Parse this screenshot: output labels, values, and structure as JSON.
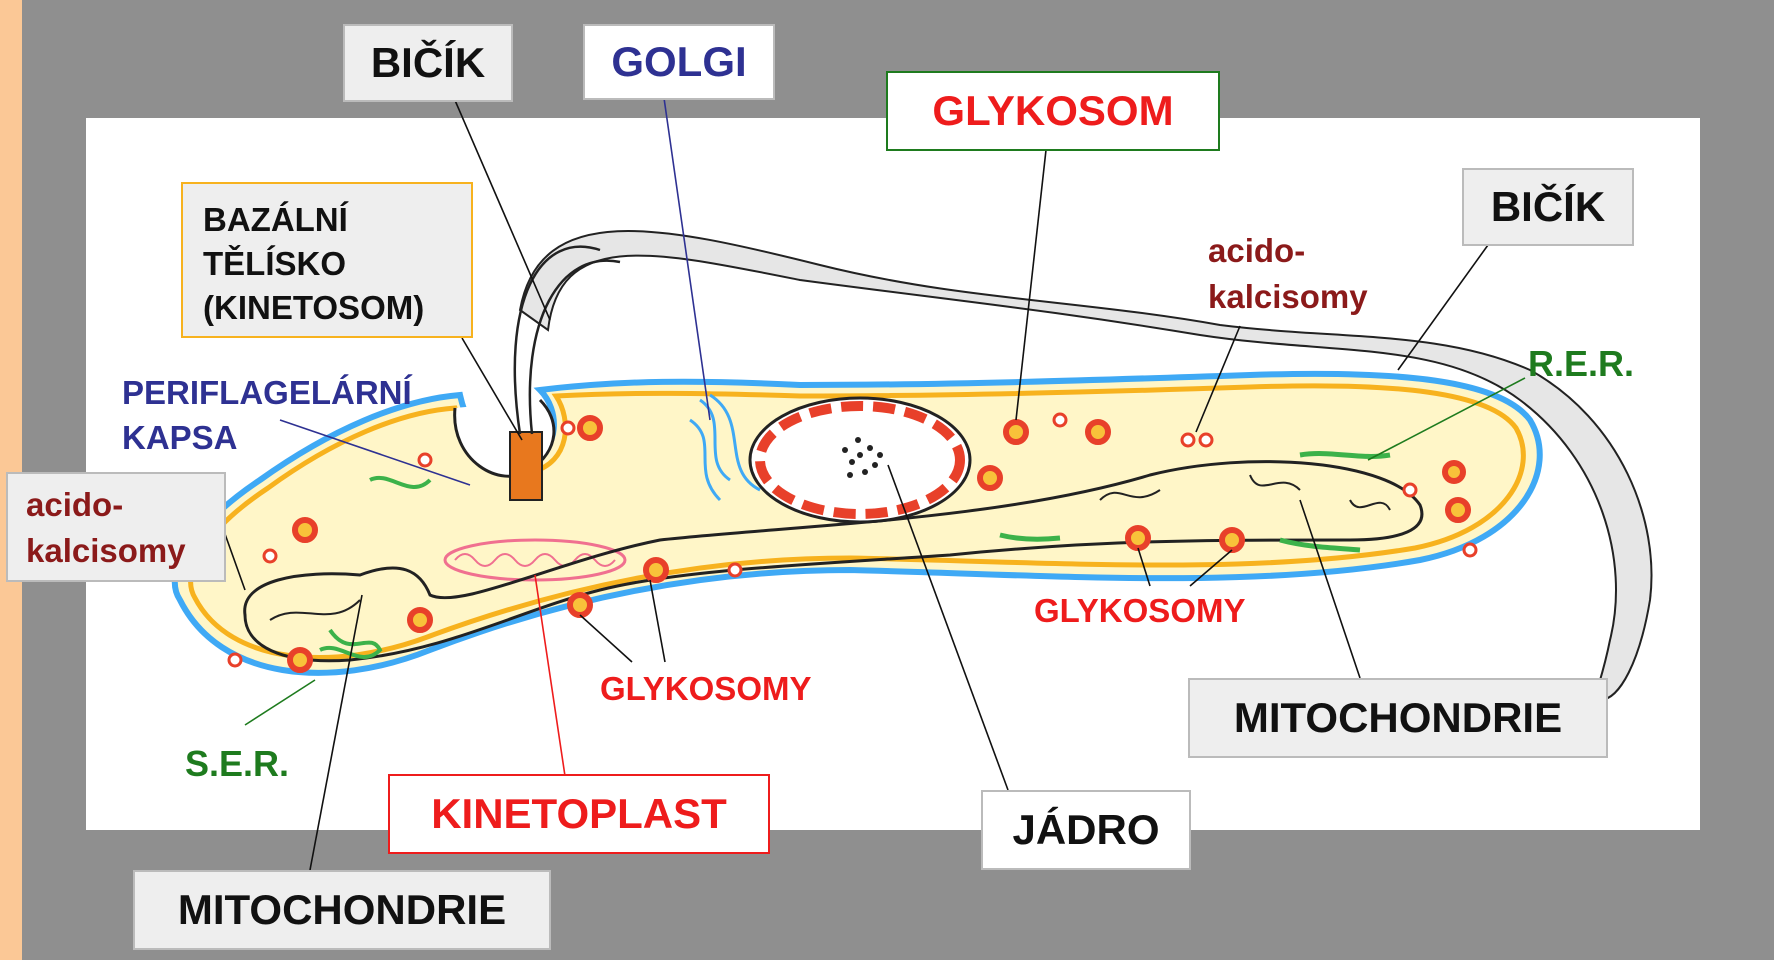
{
  "labels": {
    "bicik_top": "BIČÍK",
    "golgi": "GOLGI",
    "glykosom": "GLYKOSOM",
    "bicik_right": "BIČÍK",
    "bazalni_telisko": "BAZÁLNÍ\nTĚLÍSKO\n(KINETOSOM)",
    "periflagelarni_kapsa": "PERIFLAGELÁRNÍ\nKAPSA",
    "acidokalcisomy_left": "acido-\nkalcisomy",
    "acidokalcisomy_right": "acido-\nkalcisomy",
    "rer": "R.E.R.",
    "ser": "S.E.R.",
    "glykosomy_center": "GLYKOSOMY",
    "glykosomy_right": "GLYKOSOMY",
    "kinetoplast": "KINETOPLAST",
    "jadro": "JÁDRO",
    "mitochondrie_right": "MITOCHONDRIE",
    "mitochondrie_left": "MITOCHONDRIE"
  },
  "colors": {
    "background": "#FBC896",
    "frame": "#8F8F8F",
    "black_label": "#111111",
    "golgi_label": "#2E3192",
    "red_label": "#EE1C1C",
    "acido_label": "#8B1A1A",
    "green_label": "#1E7B1E",
    "cytoplasm": "#FFF6C8",
    "membrane_orange": "#F7B21E",
    "membrane_blue": "#3FA9F5",
    "glycosome_red": "#E8402A",
    "er_green": "#3CB24A",
    "kinetoplast_pink": "#F07090",
    "basal_body": "#E8781E"
  }
}
